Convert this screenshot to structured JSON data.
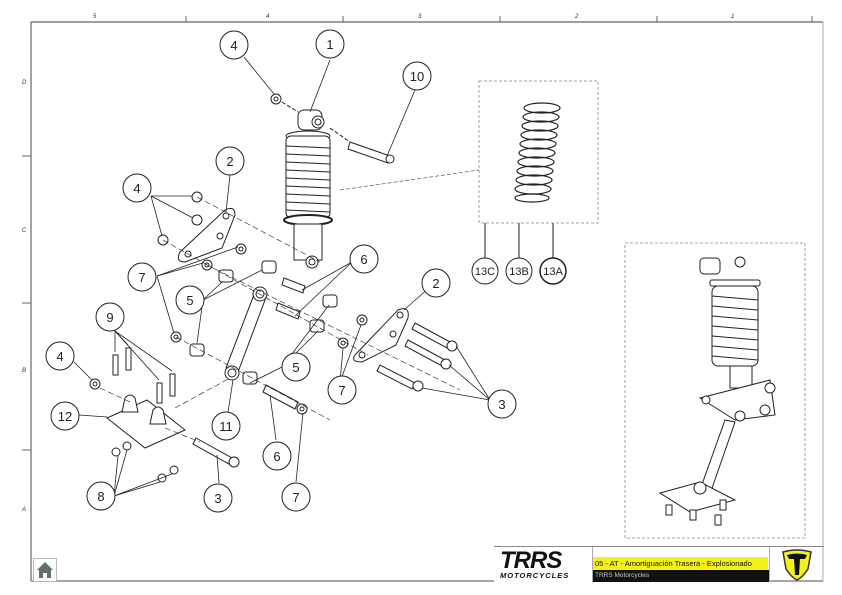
{
  "sheet": {
    "column_labels": [
      "5",
      "4",
      "3",
      "2",
      "1"
    ],
    "row_labels": [
      "D",
      "C",
      "B",
      "A"
    ]
  },
  "callouts": {
    "c1": "1",
    "c2a": "2",
    "c2b": "2",
    "c3a": "3",
    "c3b": "3",
    "c4a": "4",
    "c4b": "4",
    "c4c": "4",
    "c5a": "5",
    "c5b": "5",
    "c6a": "6",
    "c6b": "6",
    "c7a": "7",
    "c7b": "7",
    "c7c": "7",
    "c8": "8",
    "c9": "9",
    "c10": "10",
    "c11": "11",
    "c12": "12",
    "c13a": "13A",
    "c13b": "13B",
    "c13c": "13C"
  },
  "title_block": {
    "logo_main": "TRRS",
    "logo_sub": "MOTORCYCLES",
    "drawing_title": "05 - AT - Amortiguación Trasera - Explosionado",
    "company": "TRRS Motorcycles",
    "accent_color": "#f4f01a"
  },
  "nav": {
    "home_icon": "home-icon"
  }
}
